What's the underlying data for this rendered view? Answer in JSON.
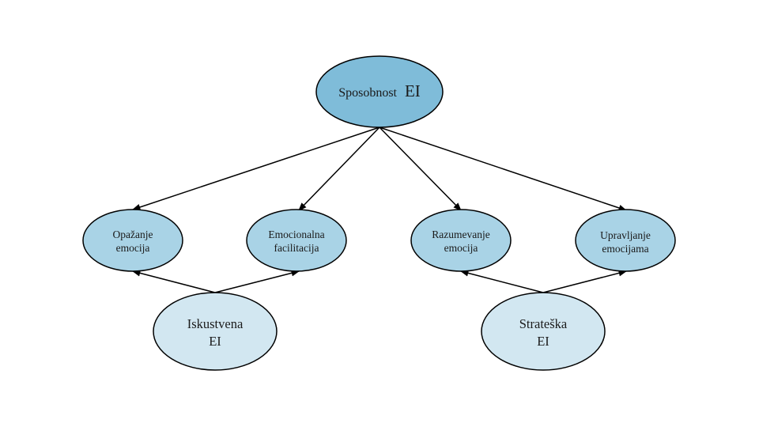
{
  "nodes": {
    "root": {
      "line1": "Sposobnost",
      "line2": "EI",
      "fill": "#7fbcd9"
    },
    "perceiving": {
      "line1": "Opažanje",
      "line2": "emocija",
      "fill": "#a9d3e6"
    },
    "facilitation": {
      "line1": "Emocionalna",
      "line2": "facilitacija",
      "fill": "#a9d3e6"
    },
    "understanding": {
      "line1": "Razumevanje",
      "line2": "emocija",
      "fill": "#a9d3e6"
    },
    "managing": {
      "line1": "Upravljanje",
      "line2": "emocijama",
      "fill": "#a9d3e6"
    },
    "experiential": {
      "line1": "Iskustvena",
      "line2": "EI",
      "fill": "#d2e7f1"
    },
    "strategic": {
      "line1": "Strateška",
      "line2": "EI",
      "fill": "#d2e7f1"
    }
  },
  "colors": {
    "stroke": "#000000",
    "text": "#1a1a1a"
  }
}
